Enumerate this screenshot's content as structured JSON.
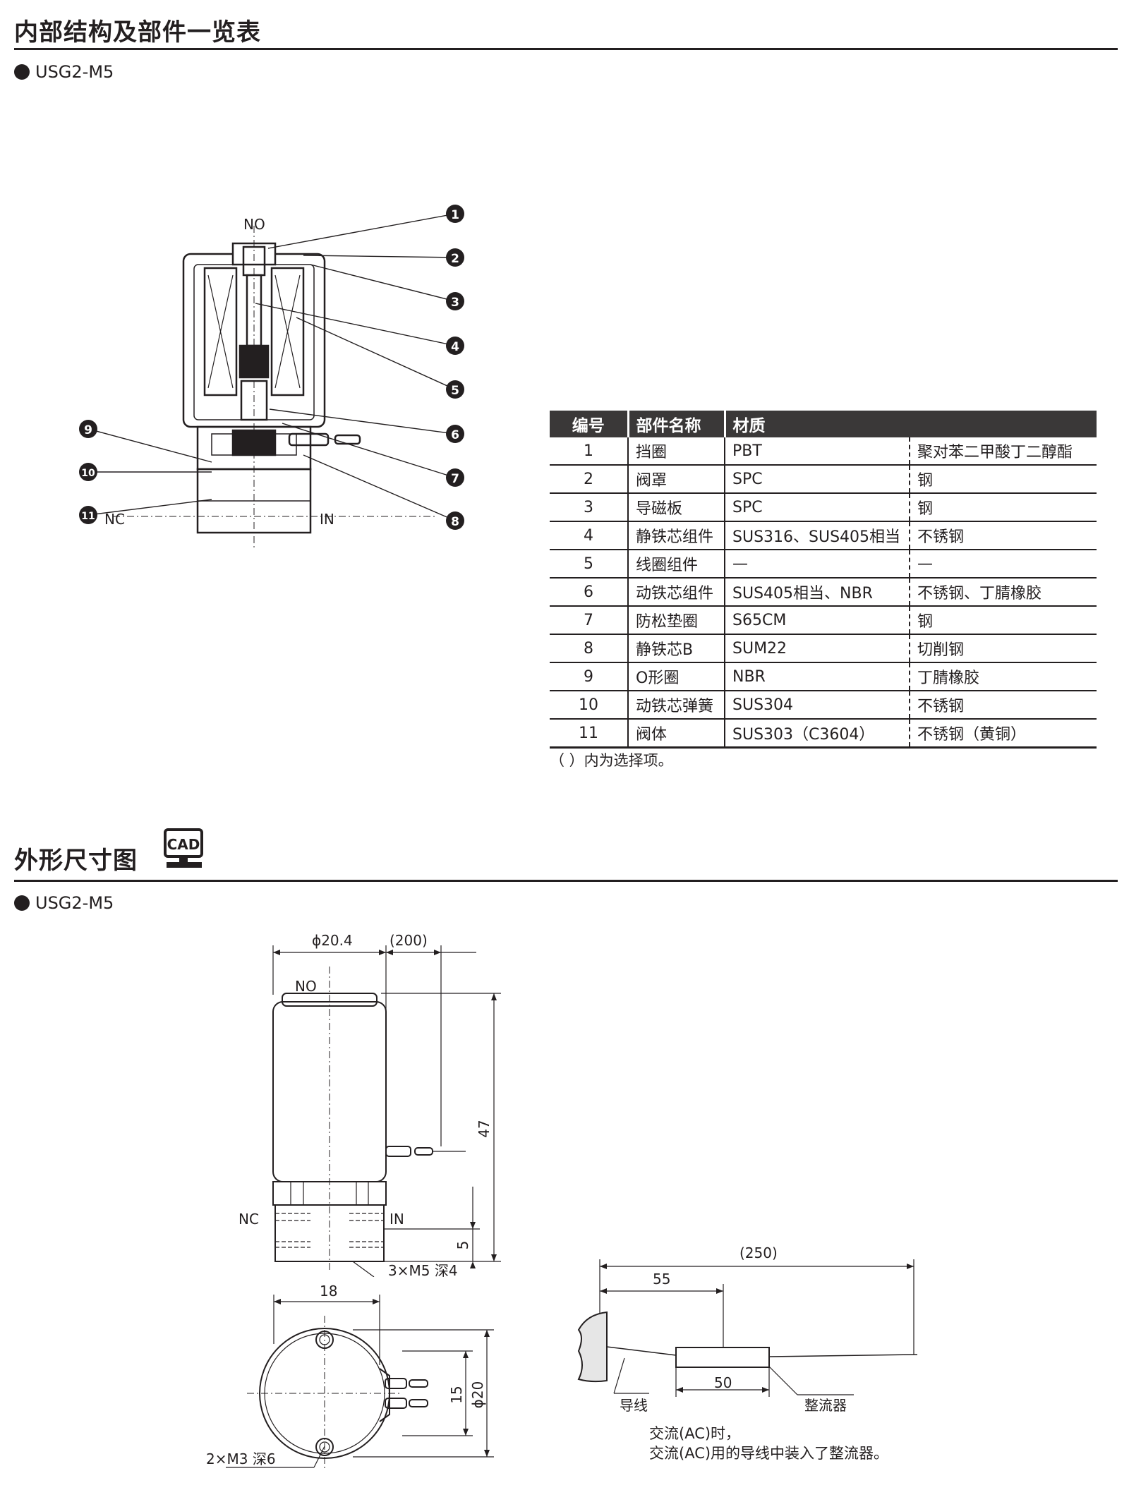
{
  "section1": {
    "title": "内部结构及部件一览表",
    "model": "USG2-M5",
    "diagram": {
      "port_no": "NO",
      "port_nc": "NC",
      "port_in": "IN",
      "callouts": [
        "1",
        "2",
        "3",
        "4",
        "5",
        "6",
        "7",
        "8",
        "9",
        "10",
        "11"
      ]
    },
    "table": {
      "headers": [
        "编号",
        "部件名称",
        "材质"
      ],
      "rows": [
        {
          "no": "1",
          "name": "挡圈",
          "material": "PBT",
          "desc": "聚对苯二甲酸丁二醇酯"
        },
        {
          "no": "2",
          "name": "阀罩",
          "material": "SPC",
          "desc": "钢"
        },
        {
          "no": "3",
          "name": "导磁板",
          "material": "SPC",
          "desc": "钢"
        },
        {
          "no": "4",
          "name": "静铁芯组件",
          "material": "SUS316、SUS405相当",
          "desc": "不锈钢"
        },
        {
          "no": "5",
          "name": "线圈组件",
          "material": "—",
          "desc": "—"
        },
        {
          "no": "6",
          "name": "动铁芯组件",
          "material": "SUS405相当、NBR",
          "desc": "不锈钢、丁腈橡胶"
        },
        {
          "no": "7",
          "name": "防松垫圈",
          "material": "S65CM",
          "desc": "钢"
        },
        {
          "no": "8",
          "name": "静铁芯B",
          "material": "SUM22",
          "desc": "切削钢"
        },
        {
          "no": "9",
          "name": "O形圈",
          "material": "NBR",
          "desc": "丁腈橡胶"
        },
        {
          "no": "10",
          "name": "动铁芯弹簧",
          "material": "SUS304",
          "desc": "不锈钢"
        },
        {
          "no": "11",
          "name": "阀体",
          "material": "SUS303（C3604）",
          "desc": "不锈钢（黄铜）"
        }
      ],
      "note": "（ ）内为选择项。"
    }
  },
  "section2": {
    "title": "外形尺寸图",
    "cad_label": "CAD",
    "model": "USG2-M5",
    "front": {
      "dim_diameter": "ɸ20.4",
      "dim_lead": "(200)",
      "port_no": "NO",
      "port_nc": "NC",
      "port_in": "IN",
      "dim_height": "47",
      "dim_base": "5",
      "thread_note": "3×M5  深4"
    },
    "top": {
      "dim_18": "18",
      "dim_15": "15",
      "dim_d20": "ɸ20",
      "mount_note": "2×M3  深6"
    },
    "lead": {
      "dim_total": "(250)",
      "dim_55": "55",
      "dim_50": "50",
      "label_wire": "导线",
      "label_rectifier": "整流器",
      "note_line1": "交流(AC)时，",
      "note_line2": "交流(AC)用的导线中装入了整流器。"
    }
  }
}
